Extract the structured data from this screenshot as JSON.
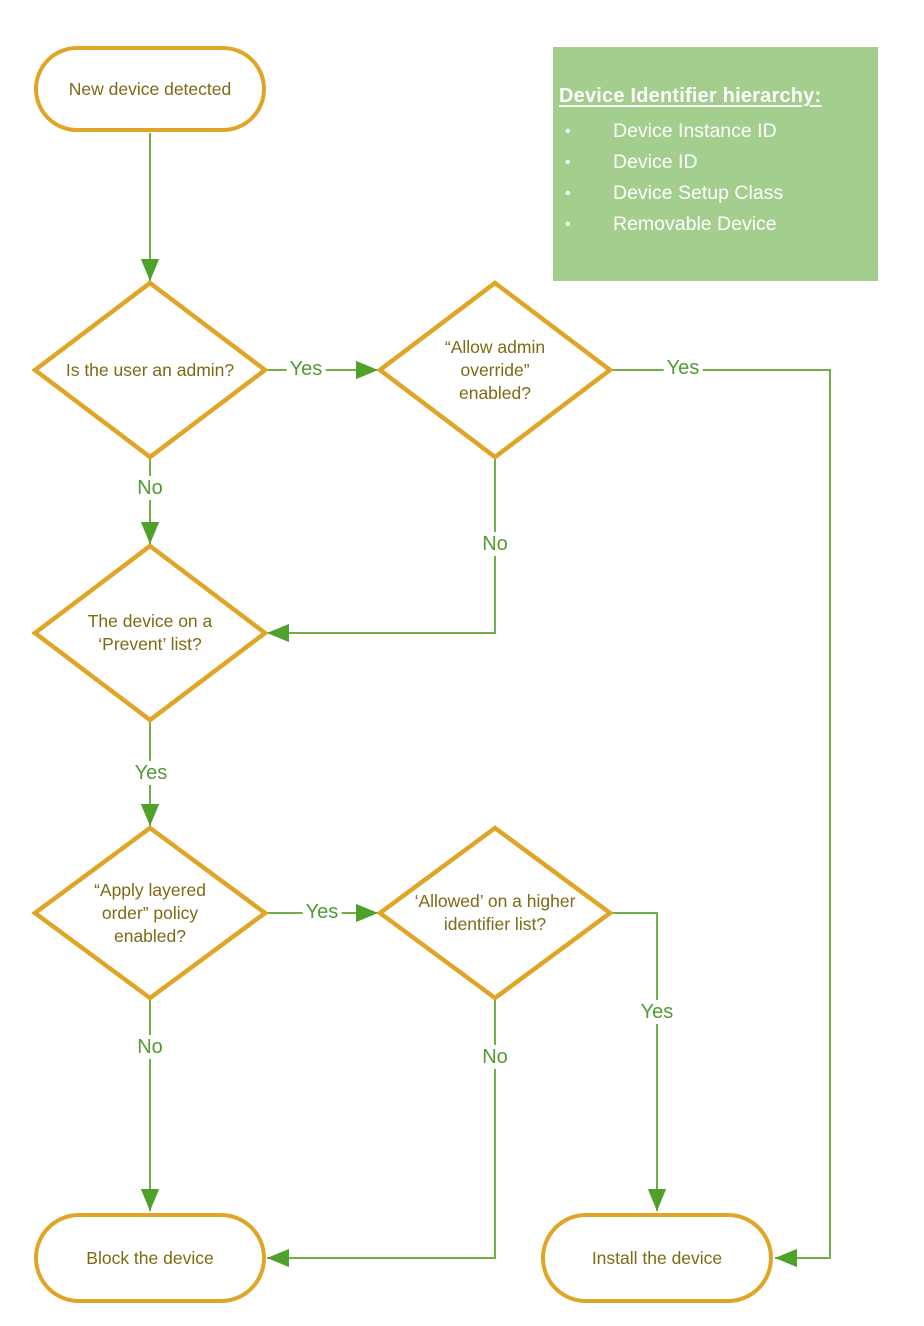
{
  "palette": {
    "orange": "#E0A526",
    "line-green": "#72AF48",
    "arrow-green": "#50A02C",
    "label-green": "#549A35",
    "node-text": "#7E6914",
    "panel-green": "#A4CE8E",
    "panel-text": "#FFFFFF"
  },
  "flow": {
    "nodes": {
      "start": "New device detected",
      "admin": "Is the user an admin?",
      "override": "“Allow admin override” enabled?",
      "prevent": "The device on a ‘Prevent’ list?",
      "layered": "“Apply layered order” policy enabled?",
      "higher": "‘Allowed’ on a higher identifier list?",
      "block": "Block the device",
      "install": "Install the device"
    },
    "labels": {
      "yes": "Yes",
      "no": "No"
    }
  },
  "legend": {
    "title": "Device Identifier hierarchy:",
    "bullet": "•",
    "items": [
      "Device Instance ID",
      "Device ID",
      "Device Setup Class",
      "Removable Device"
    ]
  }
}
